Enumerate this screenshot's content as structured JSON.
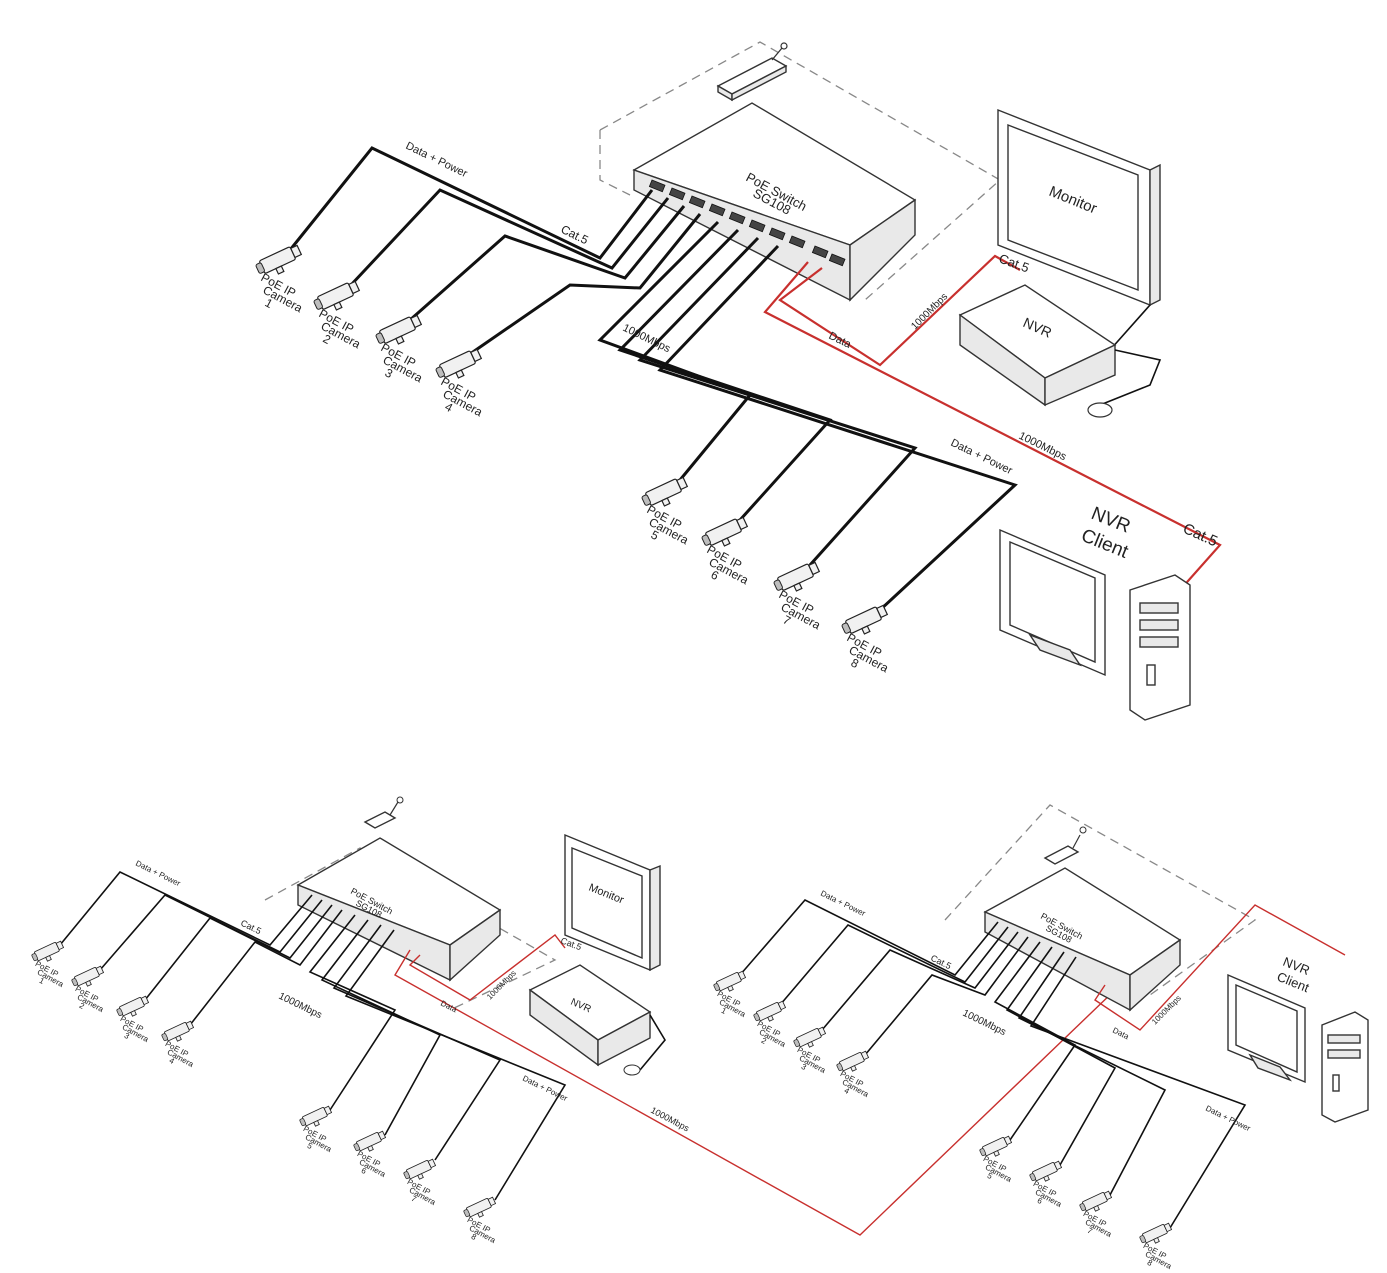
{
  "top": {
    "switch_name": "PoE Switch",
    "switch_model": "SG108",
    "monitor_label": "Monitor",
    "nvr_label": "NVR",
    "nvr_client_line1": "NVR",
    "nvr_client_line2": "Client",
    "label_data_power_left": "Data + Power",
    "label_data_power_right": "Data + Power",
    "label_cat5_switch": "Cat.5",
    "label_cat5_nvr": "Cat.5",
    "label_cat5_client": "Cat.5",
    "label_1000_switch": "1000Mbps",
    "label_1000_nvr": "1000Mbps",
    "label_1000_client": "1000Mbps",
    "label_data": "Data",
    "cameras": [
      {
        "line1": "PoE IP",
        "line2": "Camera",
        "num": "1"
      },
      {
        "line1": "PoE IP",
        "line2": "Camera",
        "num": "2"
      },
      {
        "line1": "PoE IP",
        "line2": "Camera",
        "num": "3"
      },
      {
        "line1": "PoE IP",
        "line2": "Camera",
        "num": "4"
      },
      {
        "line1": "PoE IP",
        "line2": "Camera",
        "num": "5"
      },
      {
        "line1": "PoE IP",
        "line2": "Camera",
        "num": "6"
      },
      {
        "line1": "PoE IP",
        "line2": "Camera",
        "num": "7"
      },
      {
        "line1": "PoE IP",
        "line2": "Camera",
        "num": "8"
      }
    ]
  },
  "bottom_left": {
    "switch_name": "PoE Switch",
    "switch_model": "SG108",
    "monitor_label": "Monitor",
    "nvr_label": "NVR",
    "label_data_power_left": "Data + Power",
    "label_data_power_right": "Data + Power",
    "label_cat5_switch": "Cat.5",
    "label_cat5_nvr": "Cat.5",
    "label_1000_switch": "1000Mbps",
    "label_1000_nvr": "1000Mbps",
    "label_1000_link": "1000Mbps",
    "label_data": "Data",
    "cameras": [
      {
        "line1": "PoE IP",
        "line2": "Camera",
        "num": "1"
      },
      {
        "line1": "PoE IP",
        "line2": "Camera",
        "num": "2"
      },
      {
        "line1": "PoE IP",
        "line2": "Camera",
        "num": "3"
      },
      {
        "line1": "PoE IP",
        "line2": "Camera",
        "num": "4"
      },
      {
        "line1": "PoE IP",
        "line2": "Camera",
        "num": "5"
      },
      {
        "line1": "PoE IP",
        "line2": "Camera",
        "num": "6"
      },
      {
        "line1": "PoE IP",
        "line2": "Camera",
        "num": "7"
      },
      {
        "line1": "PoE IP",
        "line2": "Camera",
        "num": "8"
      }
    ]
  },
  "bottom_right": {
    "switch_name": "PoE Switch",
    "switch_model": "SG108",
    "nvr_client_line1": "NVR",
    "nvr_client_line2": "Client",
    "label_data_power_left": "Data + Power",
    "label_data_power_right": "Data + Power",
    "label_cat5_switch": "Cat.5",
    "label_1000_switch": "1000Mbps",
    "label_1000_client": "1000Mbps",
    "label_data": "Data",
    "cameras": [
      {
        "line1": "PoE IP",
        "line2": "Camera",
        "num": "1"
      },
      {
        "line1": "PoE IP",
        "line2": "Camera",
        "num": "2"
      },
      {
        "line1": "PoE IP",
        "line2": "Camera",
        "num": "3"
      },
      {
        "line1": "PoE IP",
        "line2": "Camera",
        "num": "4"
      },
      {
        "line1": "PoE IP",
        "line2": "Camera",
        "num": "5"
      },
      {
        "line1": "PoE IP",
        "line2": "Camera",
        "num": "6"
      },
      {
        "line1": "PoE IP",
        "line2": "Camera",
        "num": "7"
      },
      {
        "line1": "PoE IP",
        "line2": "Camera",
        "num": "8"
      }
    ]
  },
  "colors": {
    "red_link": "#c8302e",
    "wire": "#111111",
    "dashed": "#888888"
  }
}
